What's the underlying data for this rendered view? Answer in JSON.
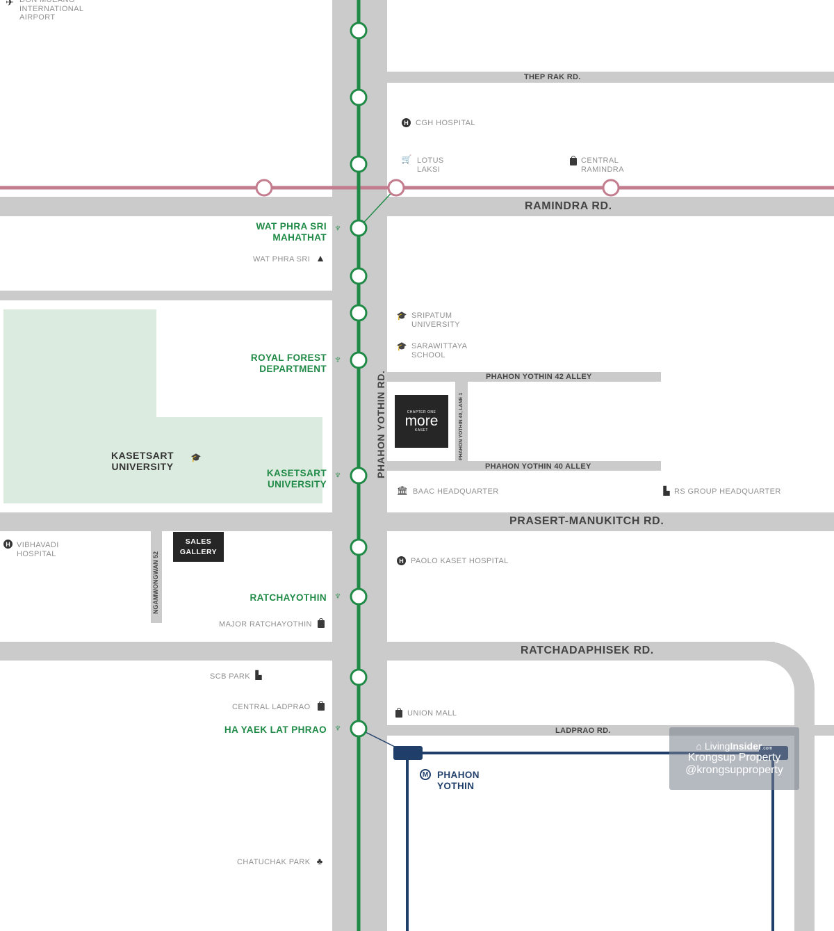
{
  "colors": {
    "road": "#cbcbcb",
    "park": "#dcebdf",
    "green_line": "#1f8a46",
    "pink_line": "#c27c8e",
    "blue_line": "#1f3f6a",
    "station_label": "#1f8a46",
    "poi_label": "#8f8f8f"
  },
  "roads": {
    "phahon_yothin": "PHAHON YOTHIN RD.",
    "thep_rak": "THEP RAK RD.",
    "ramindra": "RAMINDRA RD.",
    "py42": "PHAHON YOTHIN 42 ALLEY",
    "py40": "PHAHON YOTHIN 40 ALLEY",
    "py40_lane1": "PHAHON YOTHIN 40, LANE 1",
    "prasert": "PRASERT-MANUKITCH RD.",
    "ngamwongwan": "NGAMWONGWAN 52",
    "ratchadaphisek": "RATCHADAPHISEK RD.",
    "ladprao": "LADPRAO RD."
  },
  "stations": {
    "wat_phra_sri": "WAT PHRA SRI\nMAHATHAT",
    "royal_forest": "ROYAL FOREST\nDEPARTMENT",
    "kasetsart": "KASETSART\nUNIVERSITY",
    "ratchayothin": "RATCHAYOTHIN",
    "ha_yaek": "HA YAEK LAT PHRAO",
    "mrt_phahon": "PHAHON\nYOTHIN"
  },
  "landmarks": {
    "airport": "DON MUEANG\nINTERNATIONAL\nAIRPORT",
    "cgh": "CGH HOSPITAL",
    "lotus": "LOTUS\nLAKSI",
    "central_ramindra": "CENTRAL\nRAMINDRA",
    "wat_phra_sri_temple": "WAT PHRA SRI",
    "sripatum": "SRIPATUM\nUNIVERSITY",
    "sarawittaya": "SARAWITTAYA\nSCHOOL",
    "kasetsart_uni": "KASETSART\nUNIVERSITY",
    "baac": "BAAC HEADQUARTER",
    "rs_group": "RS GROUP HEADQUARTER",
    "vibhavadi": "VIBHAVADI\nHOSPITAL",
    "paolo": "PAOLO KASET HOSPITAL",
    "major": "MAJOR RATCHAYOTHIN",
    "scb": "SCB PARK",
    "central_ladprao": "CENTRAL LADPRAO",
    "union": "UNION MALL",
    "chatuchak": "CHATUCHAK PARK"
  },
  "project": {
    "line1": "CHAPTER ONE",
    "line2": "more",
    "line3": "KASET"
  },
  "sales_gallery": "SALES\nGALLERY",
  "icons": {
    "airport": "airplane-icon",
    "hospital": "hospital-h-icon",
    "cart": "shopping-cart-icon",
    "bag": "shopping-bag-icon",
    "temple": "temple-icon",
    "school": "graduation-cap-icon",
    "bank": "bank-icon",
    "building": "office-building-icon",
    "tree": "tree-icon",
    "skytrain": "skytrain-icon",
    "mrt": "mrt-m-icon"
  },
  "watermark": {
    "brand_light": "Living",
    "brand_bold": "Insider",
    "brand_suffix": ".com",
    "line2": "Krongsup Property",
    "line3": "@krongsupproperty"
  }
}
